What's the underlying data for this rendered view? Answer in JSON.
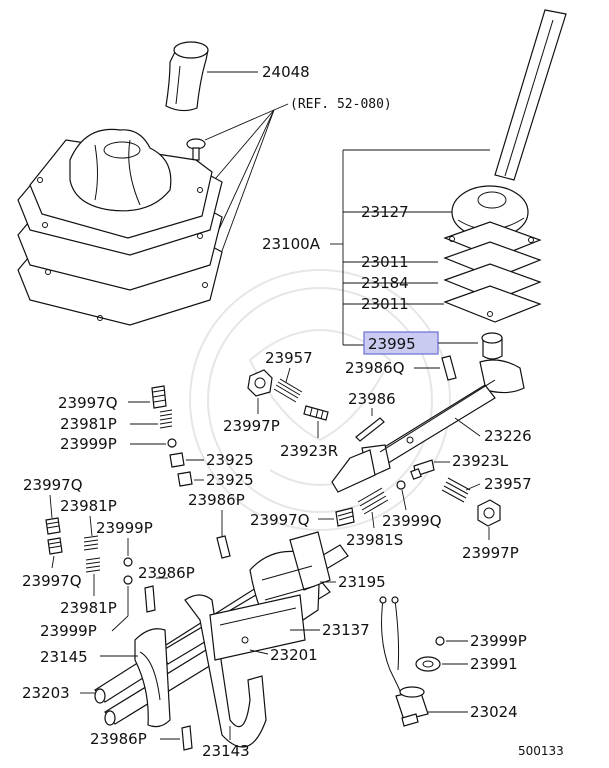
{
  "diagram": {
    "reference_note": "(REF. 52-080)",
    "figure_number": "500133",
    "highlight_color": "#c9ccf0",
    "highlight_border": "#6b6fd6",
    "highlighted_part": "23995",
    "labels": {
      "p24048": "24048",
      "p23127": "23127",
      "p23100A": "23100A",
      "p23011a": "23011",
      "p23184": "23184",
      "p23011b": "23011",
      "p23995": "23995",
      "p23986Qtop": "23986Q",
      "p23957a": "23957",
      "p23997Qa": "23997Q",
      "p23986a": "23986",
      "p23981Pa": "23981P",
      "p23997Pa": "23997P",
      "p23226": "23226",
      "p23999Pa": "23999P",
      "p23923R": "23923R",
      "p23925a": "23925",
      "p23925b": "23925",
      "p23923L": "23923L",
      "p23957b": "23957",
      "p23997Qb": "23997Q",
      "p23986P": "23986P",
      "p23981Pb": "23981P",
      "p23999Pb": "23999P",
      "p23997Qc": "23997Q",
      "p23981S": "23981S",
      "p23999Q": "23999Q",
      "p23997Pb": "23997P",
      "p23986Pb": "23986P",
      "p23997Qd": "23997Q",
      "p23981Pc": "23981P",
      "p23999Pc": "23999P",
      "p23195": "23195",
      "p23137": "23137",
      "p23145": "23145",
      "p23201": "23201",
      "p23999Pd": "23999P",
      "p23991": "23991",
      "p23203": "23203",
      "p23024": "23024",
      "p23986Pc": "23986P",
      "p23143": "23143"
    }
  }
}
